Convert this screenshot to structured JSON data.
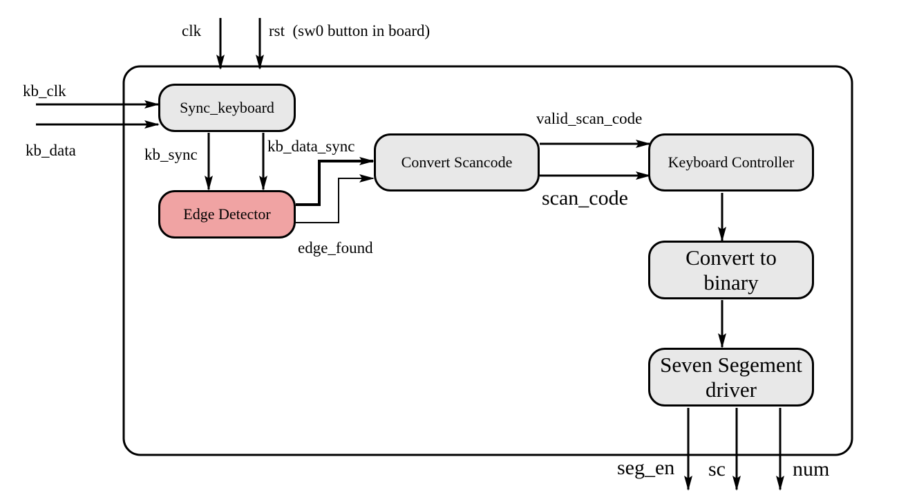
{
  "signals": {
    "clk": "clk",
    "rst": "rst  (sw0 button in board)",
    "kb_clk": "kb_clk",
    "kb_data": "kb_data",
    "kb_sync": "kb_sync",
    "kb_data_sync": "kb_data_sync",
    "edge_found": "edge_found",
    "valid_scan_code": "valid_scan_code",
    "scan_code": "scan_code",
    "seg_en": "seg_en",
    "sc": "sc",
    "num": "num"
  },
  "blocks": {
    "sync_keyboard": "Sync_keyboard",
    "edge_detector": "Edge Detector",
    "convert_scancode": "Convert Scancode",
    "keyboard_controller": "Keyboard Controller",
    "convert_binary_line1": "Convert to",
    "convert_binary_line2": "binary",
    "seven_segment_line1": "Seven Segement",
    "seven_segment_line2": "driver"
  },
  "colors": {
    "block_fill": "#e8e8e8",
    "highlight_fill": "#f0a3a3",
    "stroke": "#000000"
  }
}
